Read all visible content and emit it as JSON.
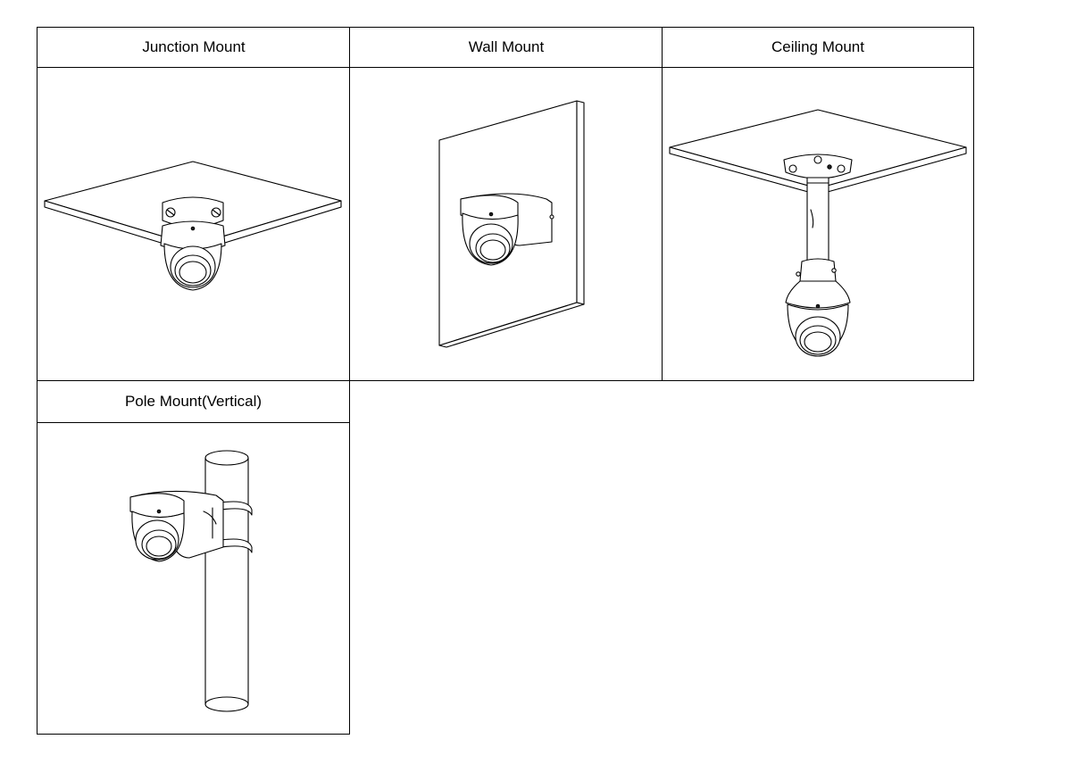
{
  "mounts": [
    {
      "label": "Junction Mount",
      "icon": "junction-mount-illustration"
    },
    {
      "label": "Wall Mount",
      "icon": "wall-mount-illustration"
    },
    {
      "label": "Ceiling Mount",
      "icon": "ceiling-mount-illustration"
    },
    {
      "label": "Pole Mount(Vertical)",
      "icon": "pole-mount-illustration"
    }
  ]
}
